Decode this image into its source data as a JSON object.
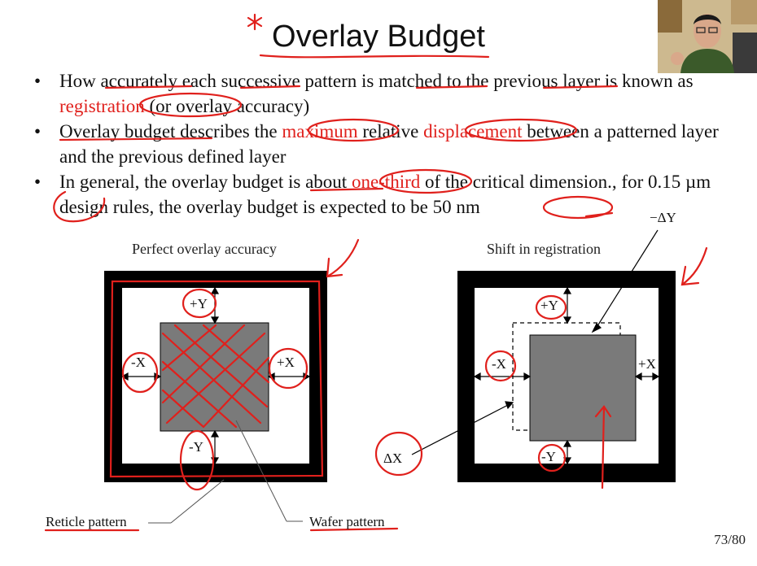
{
  "title": "Overlay Budget",
  "bullets": [
    {
      "pre": "How accurately each successive pattern is matched to the previous layer is known as ",
      "red": "registration",
      "post": " (or overlay accuracy)"
    },
    {
      "pre": "Overlay budget describes the ",
      "red": "maximum",
      "mid": " relative ",
      "red2": "displacement",
      "post": " between a patterned layer and the previous defined layer"
    },
    {
      "pre": "In general, the overlay budget is about ",
      "red": "one-third",
      "post": " of the critical dimension., for 0.15 µm design rules, the overlay budget is expected to be 50 nm"
    }
  ],
  "left_figure": {
    "caption": "Perfect overlay accuracy",
    "plus_y": "+Y",
    "minus_y": "-Y",
    "plus_x": "+X",
    "minus_x": "-X"
  },
  "right_figure": {
    "caption": "Shift in registration",
    "plus_y": "+Y",
    "minus_y": "-Y",
    "plus_x": "+X",
    "minus_x": "-X",
    "delta_y": "−ΔY",
    "delta_x": "ΔX"
  },
  "callouts": {
    "reticle": "Reticle pattern",
    "wafer": "Wafer pattern"
  },
  "page": "73/80",
  "colors": {
    "ink": "#e0201c",
    "gray": "#7a7a7a"
  }
}
